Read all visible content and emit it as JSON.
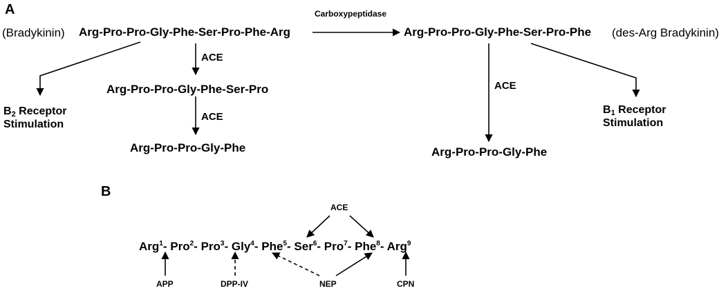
{
  "panelA": {
    "label": "A",
    "bradykinin_name": "(Bradykinin)",
    "bradykinin_seq": "Arg-Pro-Pro-Gly-Phe-Ser-Pro-Phe-Arg",
    "enzyme_carboxypeptidase": "Carboxypeptidase",
    "desarg_seq": "Arg-Pro-Pro-Gly-Phe-Ser-Pro-Phe",
    "desarg_name": "(des-Arg Bradykinin)",
    "ace1": "ACE",
    "intermediate_seq": "Arg-Pro-Pro-Gly-Phe-Ser-Pro",
    "ace2": "ACE",
    "product_left": "Arg-Pro-Pro-Gly-Phe",
    "ace3": "ACE",
    "product_right": "Arg-Pro-Pro-Gly-Phe",
    "b2": {
      "b": "B",
      "sub": "2",
      "rest": " Receptor",
      "line2": "Stimulation"
    },
    "b1": {
      "b": "B",
      "sub": "1",
      "rest": " Receptor",
      "line2": "Stimulation"
    }
  },
  "panelB": {
    "label": "B",
    "residues": [
      {
        "name": "Arg",
        "n": "1",
        "sep": "-"
      },
      {
        "name": "Pro",
        "n": "2",
        "sep": "-"
      },
      {
        "name": "Pro",
        "n": "3",
        "sep": "-"
      },
      {
        "name": "Gly",
        "n": "4",
        "sep": "-"
      },
      {
        "name": "Phe",
        "n": "5",
        "sep": "-"
      },
      {
        "name": "Ser",
        "n": "6",
        "sep": "-"
      },
      {
        "name": "Pro",
        "n": "7",
        "sep": "-"
      },
      {
        "name": "Phe",
        "n": "8",
        "sep": "-"
      },
      {
        "name": "Arg",
        "n": "9",
        "sep": ""
      }
    ],
    "ace": "ACE",
    "app": "APP",
    "dpp": "DPP-IV",
    "nep": "NEP",
    "cpn": "CPN"
  }
}
